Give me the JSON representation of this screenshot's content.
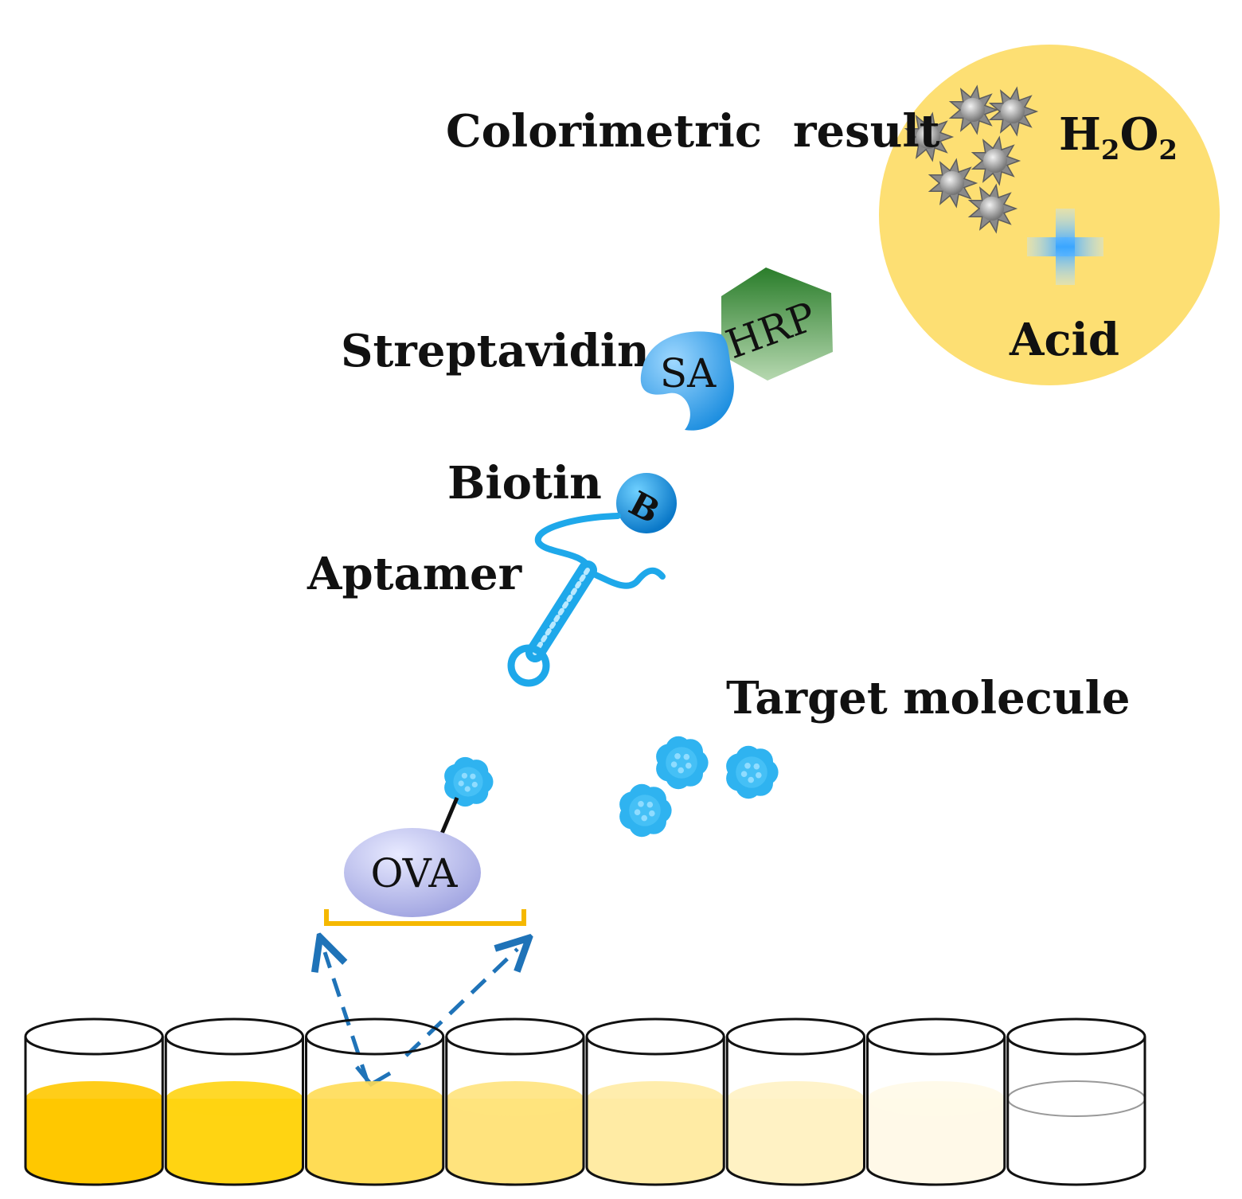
{
  "labels": {
    "colorimetric": "Colorimetric  result",
    "h2o2_h": "H",
    "h2o2_sub1": "2",
    "h2o2_o": "O",
    "h2o2_sub2": "2",
    "acid": "Acid",
    "streptavidin": "Streptavidin",
    "sa": "SA",
    "hrp": "HRP",
    "biotin": "Biotin",
    "biotin_b": "B",
    "aptamer": "Aptamer",
    "target": "Target molecule",
    "ova": "OVA"
  },
  "wells": {
    "count": 8,
    "fill_colors": [
      "#ffc800",
      "#ffd412",
      "#ffdc55",
      "#ffe37d",
      "#ffeba4",
      "#fff2c4",
      "#fff9e8",
      "#ffffff"
    ]
  },
  "colors": {
    "circle": "#fddf73",
    "blue": "#2ea8e8",
    "dark_blue": "#1a7fc4",
    "green": "#3c8c3c",
    "ova": "#b4b8ea",
    "bracket": "#f5b800",
    "star": "#8a8a8a"
  }
}
